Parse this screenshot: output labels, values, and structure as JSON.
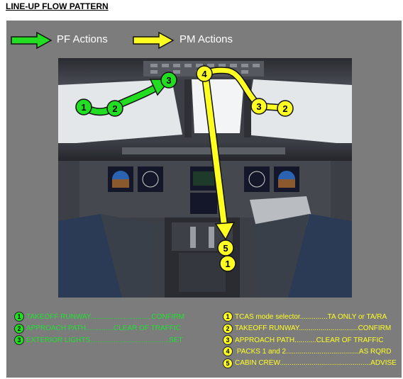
{
  "title": "LINE-UP FLOW PATTERN",
  "colors": {
    "pf": "#22dd22",
    "pm": "#ffff22",
    "panel": "#7c7c7c"
  },
  "legend": {
    "pf_label": "PF Actions",
    "pm_label": "PM Actions"
  },
  "diagram": {
    "pf_flow": [
      "1",
      "2",
      "3"
    ],
    "pm_flow": [
      "2",
      "3",
      "4",
      "5",
      "1"
    ]
  },
  "pf_steps": [
    {
      "num": "1",
      "item": "TAKEOFF RUNWAY",
      "dots": "...............................",
      "action": "CONFIRM"
    },
    {
      "num": "2",
      "item": "APPROACH PATH",
      "dots": "..............",
      "action": "CLEAR OF TRAFFIC"
    },
    {
      "num": "3",
      "item": "EXTERIOR LIGHTS",
      "dots": "........................................",
      "action": "SET"
    }
  ],
  "pm_steps": [
    {
      "num": "1",
      "item": "TCAS mode selector",
      "dots": "..............",
      "action": "TA ONLY or TA/RA"
    },
    {
      "num": "2",
      "item": "TAKEOFF RUNWAY",
      "dots": "..............................",
      "action": "CONFIRM"
    },
    {
      "num": "3",
      "item": "APPROACH PATH",
      "dots": "...........",
      "action": "CLEAR OF TRAFFIC"
    },
    {
      "num": "4",
      "item": " PACKS 1 and 2",
      "dots": ".....................................",
      "action": "AS RQRD"
    },
    {
      "num": "5",
      "item": "CABIN CREW",
      "dots": "..............................................",
      "action": "ADVISE"
    }
  ]
}
